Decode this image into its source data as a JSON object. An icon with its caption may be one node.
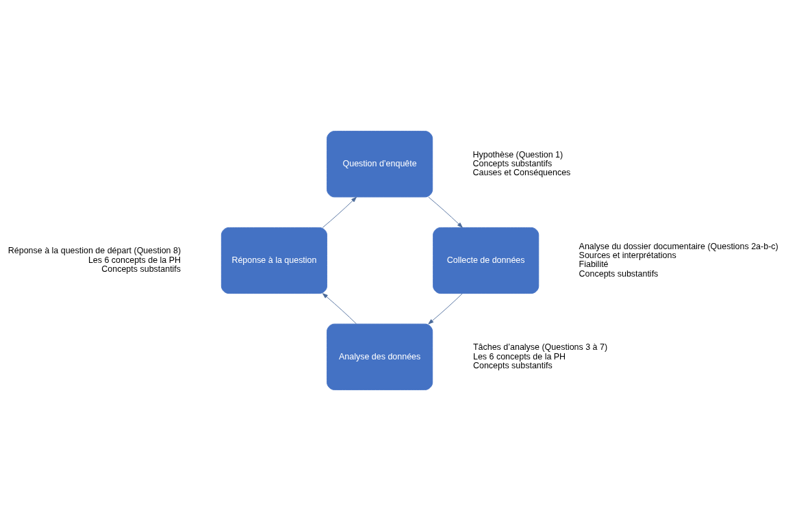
{
  "diagram": {
    "nodes": [
      {
        "text": [
          "Question d’enquête"
        ],
        "beside": [
          "Hypothèse (Question 1)",
          "Concepts substantifs",
          "Causes et Conséquences"
        ]
      },
      {
        "text": [
          "Collecte de données"
        ],
        "beside": [
          "Analyse du dossier documentaire (Questions 2a-b-c)",
          "Sources et interprétations",
          "Fiabilité",
          "Concepts substantifs"
        ]
      },
      {
        "text": [
          "Analyse des données"
        ],
        "beside": [
          "Tâches d’analyse (Questions 3 à 7)",
          "Les 6 concepts de la PH",
          "Concepts substantifs"
        ]
      },
      {
        "text": [
          "Réponse à la question"
        ],
        "beside": [
          "Réponse à la question de départ (Question 8)",
          "Les 6 concepts de la PH",
          "Concepts substantifs"
        ]
      }
    ],
    "edges": [
      {
        "from": 0,
        "to": 1,
        "arrow": "to"
      },
      {
        "from": 1,
        "to": 2,
        "arrow": "to"
      },
      {
        "from": 2,
        "to": 3,
        "arrow": "to"
      },
      {
        "from": 3,
        "to": 0,
        "arrow": "to"
      }
    ]
  }
}
